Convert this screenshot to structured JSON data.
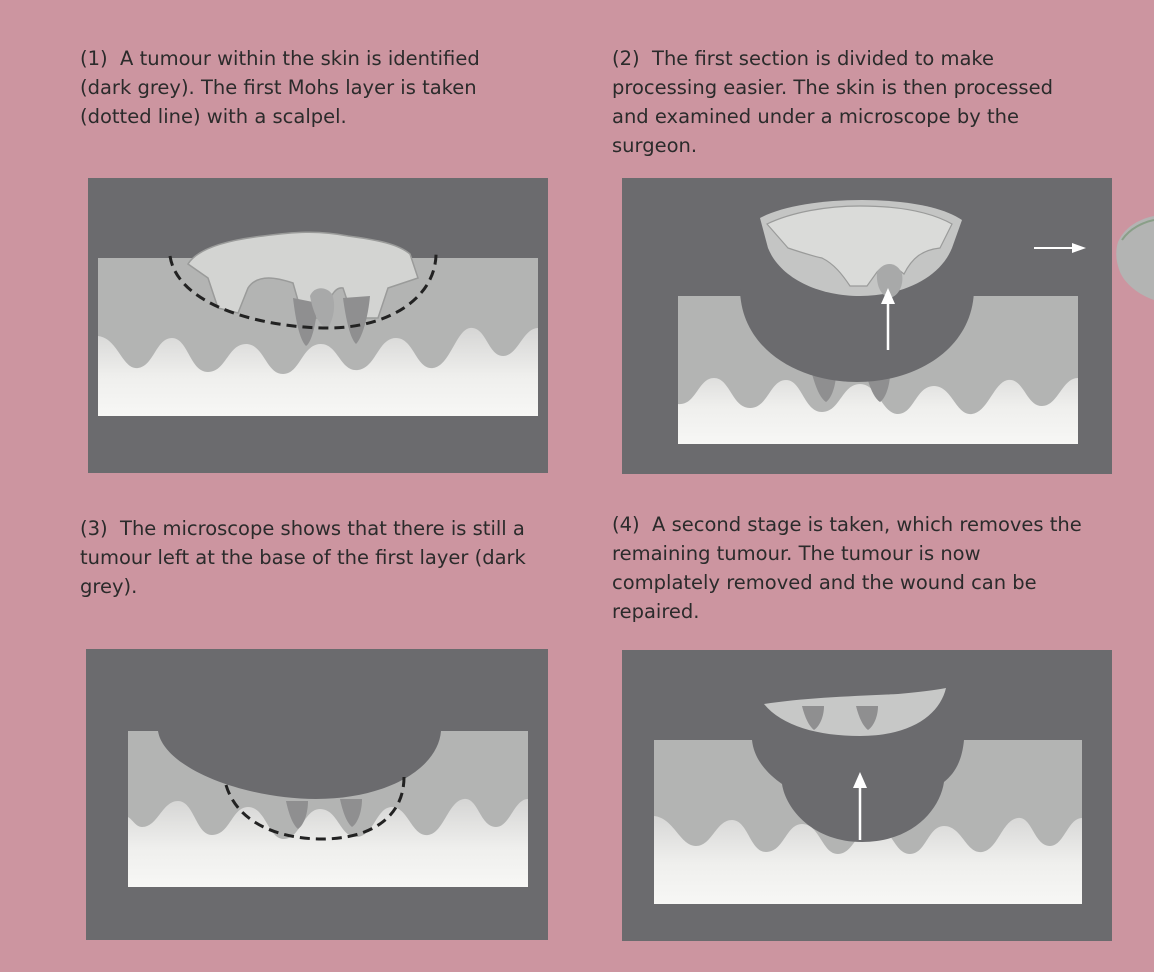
{
  "steps": [
    {
      "number": "(1)",
      "text": "A tumour within the skin is identified (dark grey). The first Mohs layer is taken (dotted line) with a scalpel."
    },
    {
      "number": "(2)",
      "text": "The first section is divided to make processing easier. The skin is then processed and examined under a microscope by the surgeon."
    },
    {
      "number": "(3)",
      "text": "The microscope shows that there is still a tumour left at the base of the first layer (dark grey)."
    },
    {
      "number": "(4)",
      "text": "A second stage is taken, which removes the remaining tumour. The tumour is now complately removed and the wound can be repaired."
    }
  ],
  "colors": {
    "background": "#cc95a0",
    "panel": "#6b6b6e",
    "dermis_light": "#f4f4f2",
    "epidermis": "#b9bab9",
    "tumour": "#8f8f90",
    "arrow": "#ffffff",
    "cut_line": "#222222"
  }
}
